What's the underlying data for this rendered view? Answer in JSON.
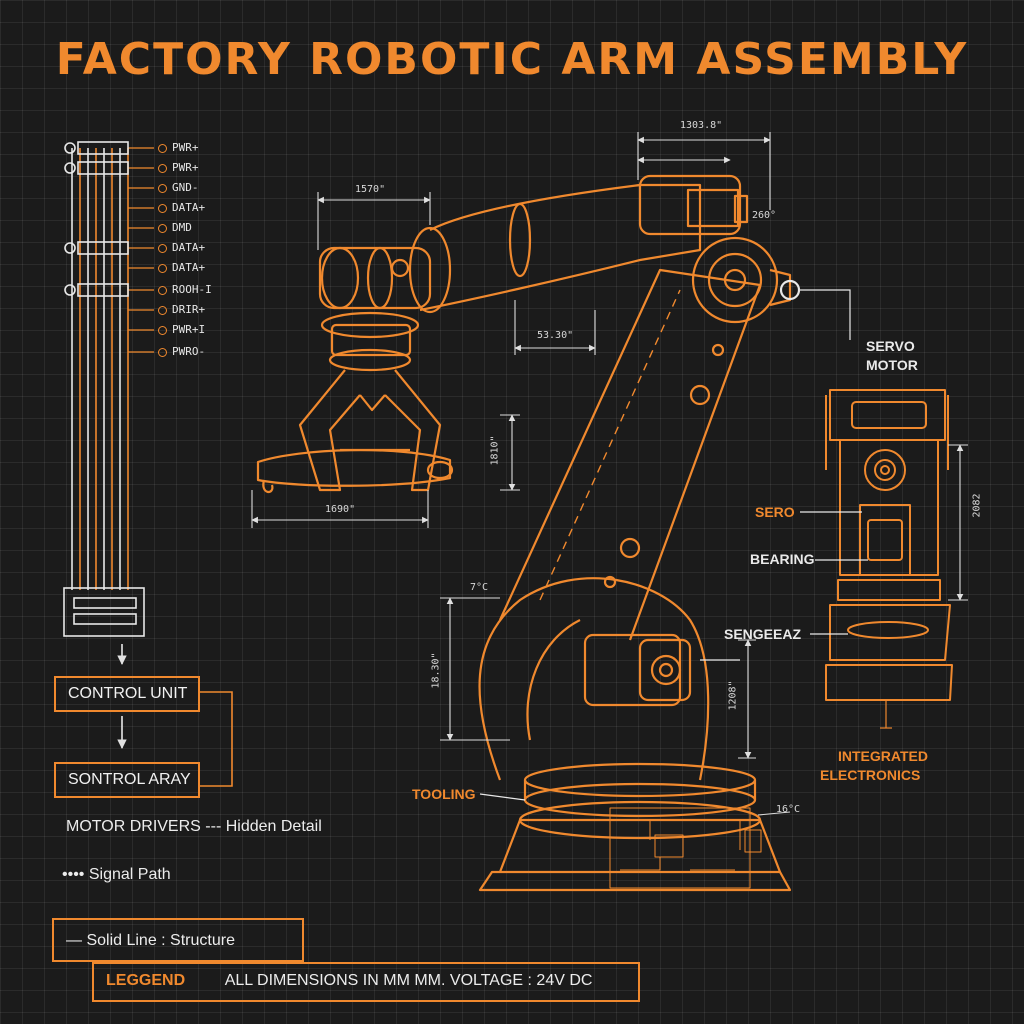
{
  "title": "FACTORY ROBOTIC ARM ASSEMBLY",
  "connector_pins": [
    "PWR+",
    "PWR+",
    "GND-",
    "DATA+",
    "DMD",
    "DATA+",
    "DATA+",
    "ROOH-I",
    "DRIR+",
    "PWR+I",
    "PWRO-"
  ],
  "dimensions": {
    "top_span": "1303.8\"",
    "forearm": "1570\"",
    "angle_top": "260°",
    "elbow_offset": "53.30\"",
    "gripper_height": "1810\"",
    "gripper_width": "1690\"",
    "base_angle": "7°C",
    "base_left_height": "18.30\"",
    "joint_height": "1208\"",
    "servo_height": "2082",
    "base_right": "16°C"
  },
  "callouts": {
    "servo_motor_line1": "SERVO",
    "servo_motor_line2": "MOTOR",
    "sero": "SERO",
    "bearing": "BEARING",
    "sensor": "SENGEEAZ",
    "integrated_line1": "INTEGRATED",
    "integrated_line2": "ELECTRONICS",
    "tooling": "TOOLING"
  },
  "blocks": {
    "control_unit": "CONTROL UNIT",
    "control_array": "SONTROL ARAY"
  },
  "legend": {
    "motor_drivers": "MOTOR DRIVERS",
    "hidden_detail": "--- Hidden Detail",
    "signal_path": "•••• Signal Path",
    "solid_line": "— Solid Line : Structure",
    "key": "LEGGEND",
    "note": "ALL DIMENSIONS IN MM MM. VOLTAGE : 24V DC"
  },
  "colors": {
    "accent": "#f0892e",
    "line": "#e8e8e8",
    "background": "#1b1b1b"
  }
}
